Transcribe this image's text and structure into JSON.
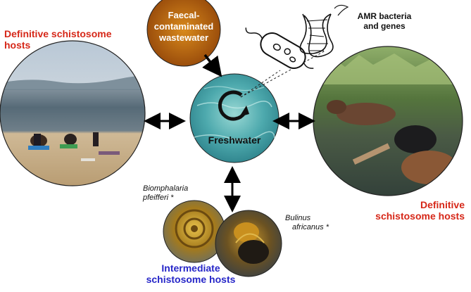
{
  "labels": {
    "definitive_left": [
      "Definitive schistosome",
      "hosts"
    ],
    "definitive_right": [
      "Definitive",
      "schistosome hosts"
    ],
    "intermediate": [
      "Intermediate",
      "schistosome hosts"
    ],
    "wastewater": [
      "Faecal-",
      "contaminated",
      "wastewater"
    ],
    "amr": [
      "AMR bacteria",
      "and genes"
    ],
    "freshwater": "Freshwater",
    "snail_biomphalaria": [
      "Biomphalaria",
      "pfeifferi *"
    ],
    "snail_bulinus": [
      "Bulinus",
      "africanus *"
    ]
  },
  "colors": {
    "definitive": "#d62718",
    "intermediate": "#2626c8",
    "water": "#4ba8ad",
    "arrow": "#000000"
  },
  "icons": {
    "cycle": "circular-arrow-icon",
    "bacterium": "bacterium-icon",
    "dna": "dna-helix-icon"
  }
}
